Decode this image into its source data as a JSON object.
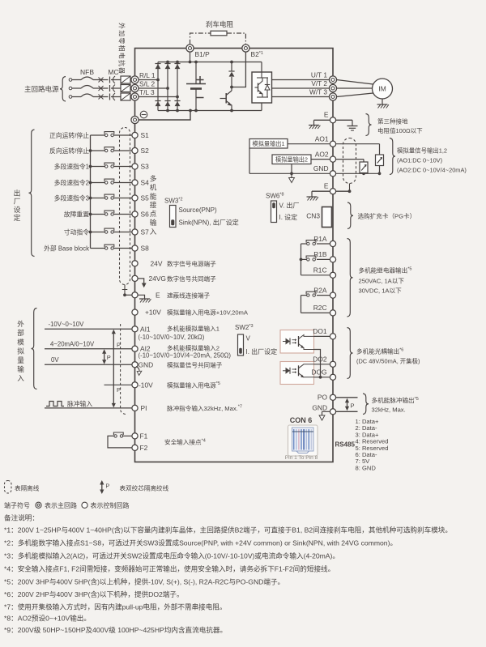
{
  "page": {
    "background": "#f4f2ef",
    "ink": "#474240",
    "connector_blue": "#5272b8"
  },
  "power": {
    "source_label": "主回路电源",
    "nfb": "NFB",
    "mc": "MC",
    "reactor_note": "外加零相电抗器",
    "phases": [
      {
        "name": "R/L 1"
      },
      {
        "name": "S/L 2"
      },
      {
        "name": "T/L 3"
      }
    ],
    "brake_resistor": "刹车电阻",
    "b1": "B1/P",
    "b2": "B2",
    "b2_sup": "*1",
    "outputs": [
      {
        "name": "U/T 1"
      },
      {
        "name": "V/T 2"
      },
      {
        "name": "W/T 3"
      }
    ],
    "motor": "IM"
  },
  "grounding": {
    "e1": "E",
    "text1": "第三种接地",
    "text2": "电阻值100Ω以下"
  },
  "analog_out": {
    "ao1": "AO1",
    "ao2": "AO2",
    "gnd": "GND",
    "e2": "E",
    "tag1": "模拟量输出1",
    "tag2": "模拟量输出2",
    "brace1": "模拟量信号输出1,2",
    "brace2": "(AO1:DC 0~10V)",
    "brace3": "(AO2:DC 0~10V/4~20mA)"
  },
  "sw6": {
    "name": "SW6",
    "sup": "*8",
    "top": "V. 出厂",
    "bottom": "I. 设定"
  },
  "cn3": {
    "name": "CN3",
    "desc": "选购扩充卡（PG卡）"
  },
  "relay": {
    "r1a": "R1A",
    "r1b": "R1B",
    "r1c": "R1C",
    "r2a": "R2A",
    "r2c": "R2C",
    "desc1": "多机能继电器输出",
    "desc1_sup": "*5",
    "desc2": "250VAC, 1A以下",
    "desc3": "30VDC, 1A以下"
  },
  "digital": {
    "factory_label": "出厂设定",
    "group_label": "多机能接点输入",
    "rows": [
      {
        "label": "正向运转/停止",
        "t": "S1"
      },
      {
        "label": "反向运转/停止",
        "t": "S2"
      },
      {
        "label": "多段速指令1",
        "t": "S3"
      },
      {
        "label": "多段速指令2",
        "t": "S4"
      },
      {
        "label": "多段速指令3",
        "t": "S5"
      },
      {
        "label": "故障重置",
        "t": "S6"
      },
      {
        "label": "寸动指令",
        "t": "S7"
      },
      {
        "label": "外部 Base block",
        "t": "S8"
      }
    ],
    "sw3": "SW3",
    "sw3_sup": "*2",
    "sw3_top": "Source(PNP)",
    "sw3_bottom": "Sink(NPN), 出厂设定",
    "p24": "24V",
    "p24_desc": "数字信号电源端子",
    "p24g": "24VG",
    "p24g_desc": "数字信号共同端子",
    "e": "E",
    "e_desc": "遮蔽线连接端子"
  },
  "analog_in": {
    "group_label": "外部模拟量输入",
    "p10": "+10V",
    "p10_desc": "模拟量输入用电源+10V,20mA",
    "src1": "-10V~0~10V",
    "ai1": "AI1",
    "ai1_desc": "多机能模拟量输入1",
    "ai1_spec": "(-10~10V/0~10V, 20kΩ)",
    "src2": "4~20mA/0~10V",
    "ai2": "AI2",
    "ai2_desc": "多机能模拟量输入2",
    "ai2_spec": "(-10~10V/0~10V/4~20mA, 250Ω)",
    "src3": "0V",
    "gnd": "GND",
    "gnd_desc": "模拟量信号共同端子",
    "n10": "-10V",
    "n10_desc": "模拟量输入用电源",
    "n10_sup": "*5",
    "pulse_label": "脉冲输入",
    "pi": "PI",
    "pi_desc": "脉冲指令输入32kHz, Max.",
    "pi_sup": "*7",
    "p": "P"
  },
  "safety": {
    "f1": "F1",
    "f2": "F2",
    "desc": "安全输入接点",
    "sup": "*4"
  },
  "sw2": {
    "name": "SW2",
    "sup": "*3",
    "top": "V",
    "bottom": "I. 出厂设定"
  },
  "do_out": {
    "do1": "DO1",
    "do2": "DO2",
    "dog": "DOG",
    "desc1": "多机能光耦输出",
    "desc1_sup": "*6",
    "desc2": "(DC 48V/50mA, 开集极)"
  },
  "pulse_out": {
    "po": "PO",
    "gnd": "GND",
    "p": "P",
    "desc1": "多机能脉冲输出",
    "desc1_sup": "*5",
    "desc2": "32kHz, Max."
  },
  "con6": {
    "title": "CON 6",
    "pins_note": "Pin 1 To Pin 8",
    "rs485": "RS485",
    "pins": [
      "1: Data+",
      "2: Data-",
      "3: Data+",
      "4: Reserved",
      "5: Reserved",
      "6: Data-",
      "7: 5V",
      "8: GND"
    ]
  },
  "legend": {
    "shield": "表隔离线",
    "p": "P",
    "twisted": "表双绞芯隔离绞线",
    "terminals_label": "端子符号",
    "main_circuit": "表示主回路",
    "control_circuit": "表示控制回路"
  },
  "notes": {
    "title": "备注说明：",
    "items": [
      "*1：200V 1~25HP与400V 1~40HP(含)以下容量内建刹车晶体，主回路提供B2端子，可直接于B1, B2间连接刹车电阻，其他机种可选购刹车模块。",
      "*2：多机能数字输入接点S1~S8，可透过开关SW3设置成Source(PNP, with +24V common) or Sink(NPN, with 24VG common)。",
      "*3：多机能模拟输入2(AI2)，可透过开关SW2设置成电压命令输入(0-10V/-10-10V)或电流命令输入(4-20mA)。",
      "*4：安全输入接点F1, F2间需短接，变频器始可正常输出，使用安全输入时，请务必拆下F1-F2间的短接线。",
      "*5：200V 3HP与400V 5HP(含)以上机种，提供-10V, S(+), S(-), R2A-R2C与PO-GND端子。",
      "*6：200V 2HP与400V 3HP(含)以下机种，提供DO2端子。",
      "*7：使用开集极输入方式时，因有内建pull-up电阻，外部不需串接电阻。",
      "*8：AO2预设0~+10V输出。",
      "*9：200V级 50HP~150HP及400V级 100HP~425HP均内含直流电抗器。"
    ]
  }
}
